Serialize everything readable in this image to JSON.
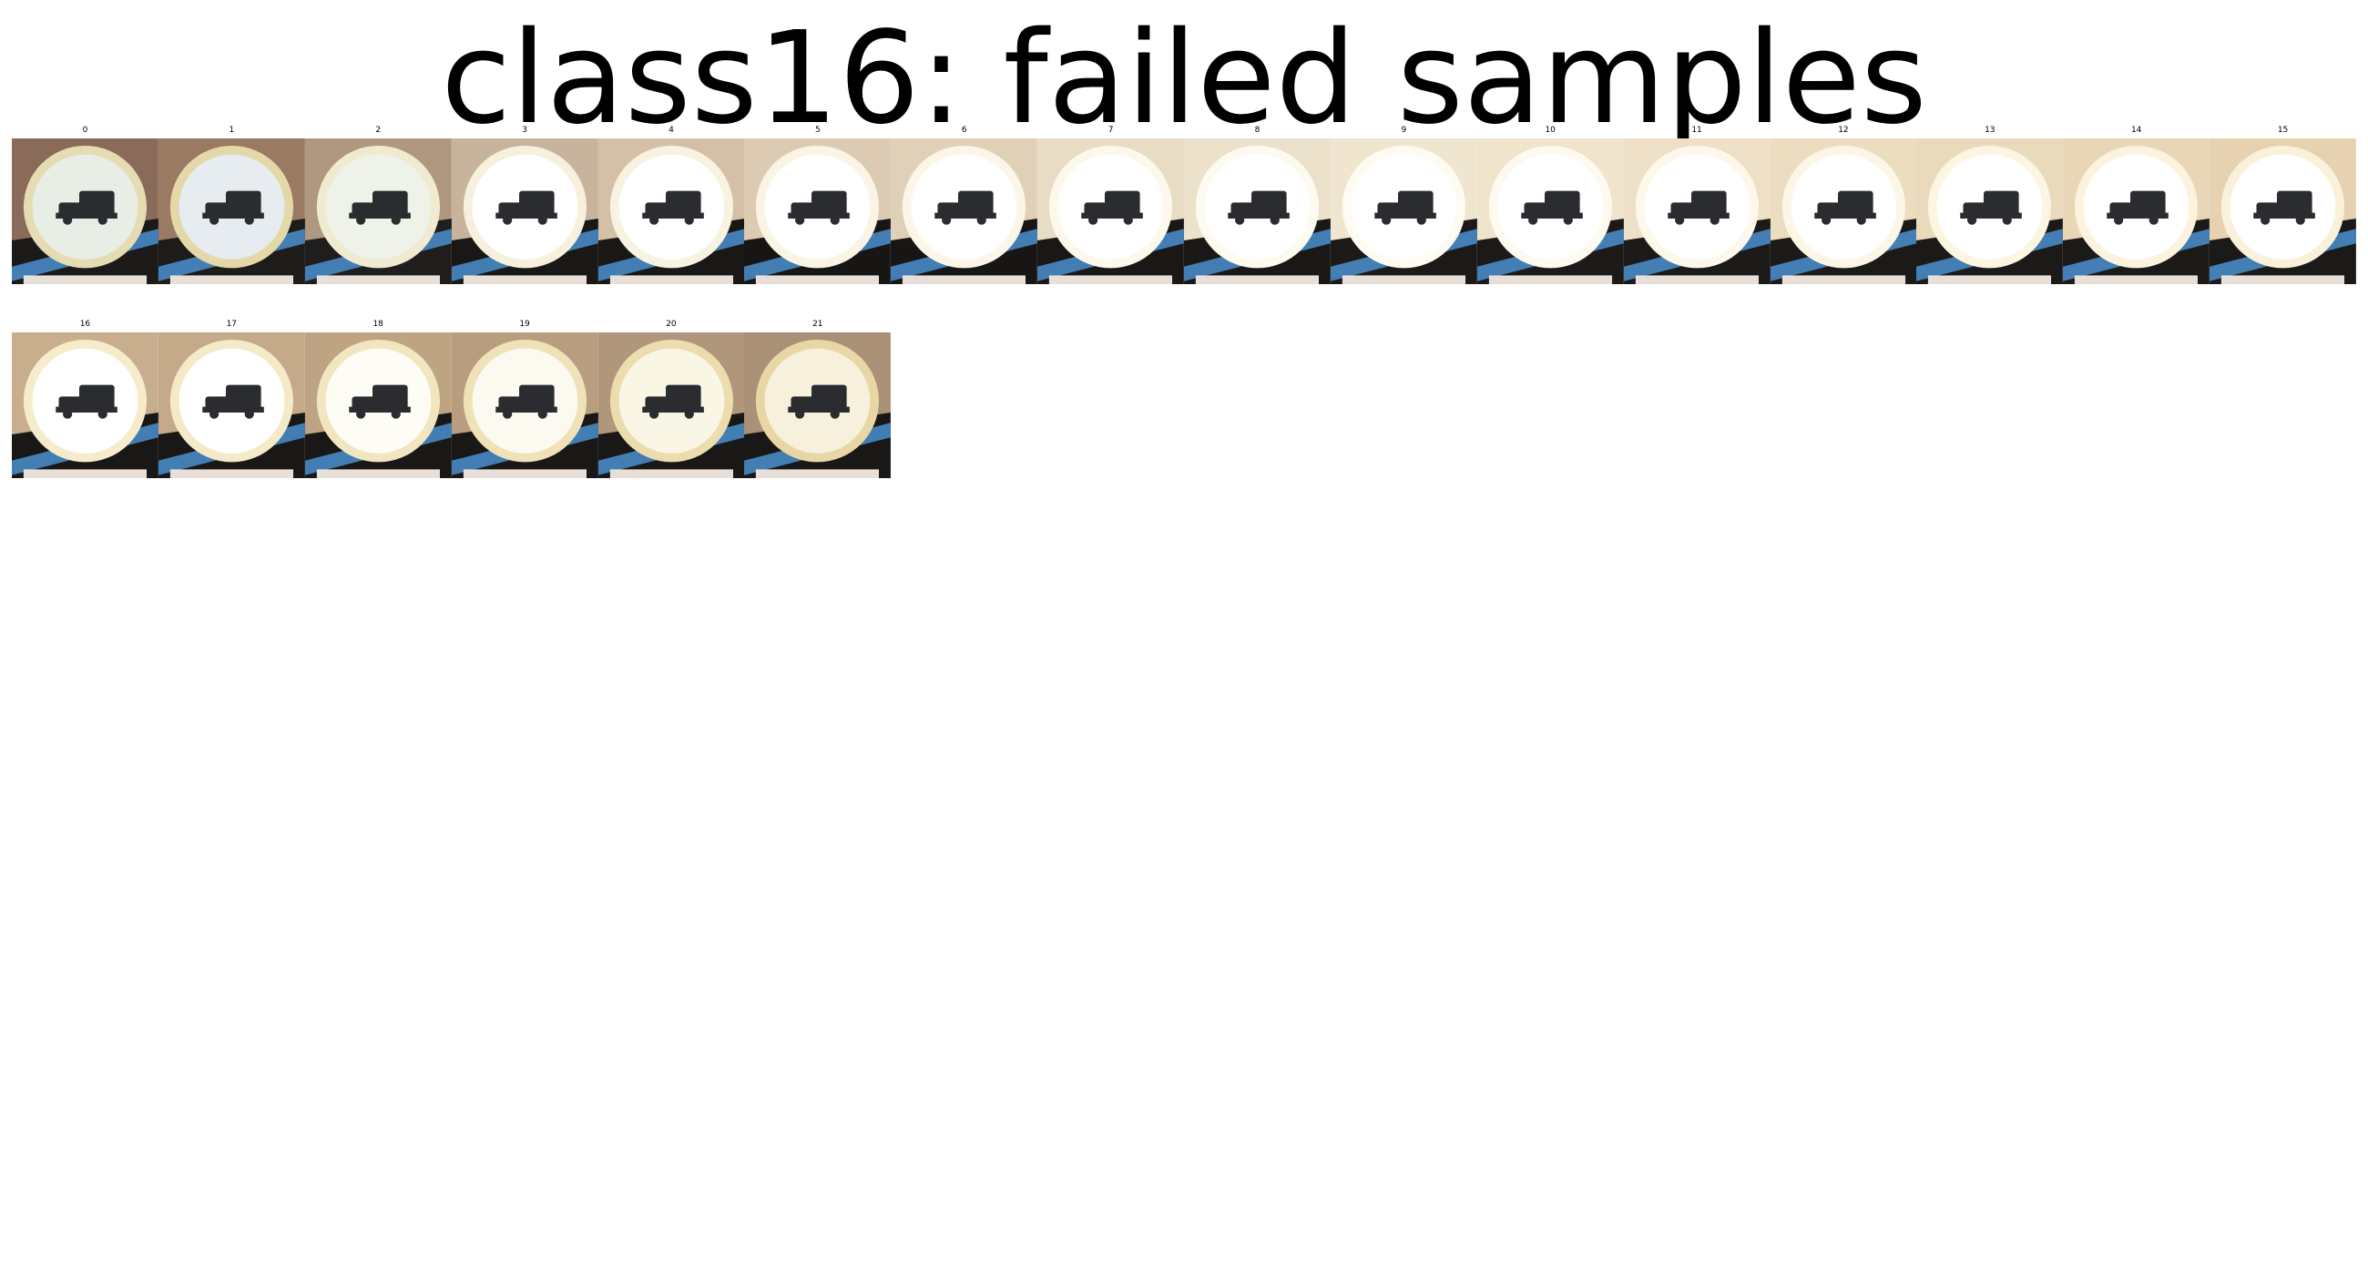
{
  "title": "class16: failed samples",
  "samples": [
    {
      "label": "0",
      "bg": "#8a6a58",
      "ring": "#e6dcb4",
      "face": "#e8eee6",
      "band": "#4a90d0",
      "dark": "#1c1a18"
    },
    {
      "label": "1",
      "bg": "#9a7a62",
      "ring": "#e4d8a8",
      "face": "#e6ecf0",
      "band": "#4a90d0",
      "dark": "#1e1c1a"
    },
    {
      "label": "2",
      "bg": "#b09880",
      "ring": "#f0ead0",
      "face": "#eef2e8",
      "band": "#4a90d0",
      "dark": "#201e1c"
    },
    {
      "label": "3",
      "bg": "#c8b49c",
      "ring": "#f6f0dc",
      "face": "#ffffff",
      "band": "#4a90d0",
      "dark": "#1a1816"
    },
    {
      "label": "4",
      "bg": "#d4c0a6",
      "ring": "#f8f2e0",
      "face": "#ffffff",
      "band": "#4a90d0",
      "dark": "#1a1816"
    },
    {
      "label": "5",
      "bg": "#dccbb2",
      "ring": "#faf4e4",
      "face": "#ffffff",
      "band": "#4a90d0",
      "dark": "#181614"
    },
    {
      "label": "6",
      "bg": "#e0d0b8",
      "ring": "#fbf6e8",
      "face": "#ffffff",
      "band": "#4a90d0",
      "dark": "#181614"
    },
    {
      "label": "7",
      "bg": "#e8dcc4",
      "ring": "#fcf8ec",
      "face": "#ffffff",
      "band": "#4a90d0",
      "dark": "#1a1816"
    },
    {
      "label": "8",
      "bg": "#ece2cc",
      "ring": "#fdfaf0",
      "face": "#ffffff",
      "band": "#4a90d0",
      "dark": "#1a1816"
    },
    {
      "label": "9",
      "bg": "#f0e6d0",
      "ring": "#fefbf2",
      "face": "#ffffff",
      "band": "#4a90d0",
      "dark": "#1c1a18"
    },
    {
      "label": "10",
      "bg": "#f0e4cc",
      "ring": "#fefaf0",
      "face": "#ffffff",
      "band": "#4a90d0",
      "dark": "#1c1a18"
    },
    {
      "label": "11",
      "bg": "#eee0c6",
      "ring": "#fdf8ea",
      "face": "#ffffff",
      "band": "#4a90d0",
      "dark": "#1c1a18"
    },
    {
      "label": "12",
      "bg": "#ecdcc0",
      "ring": "#fcf6e6",
      "face": "#ffffff",
      "band": "#4a90d0",
      "dark": "#1c1a18"
    },
    {
      "label": "13",
      "bg": "#eadabc",
      "ring": "#fcf5e2",
      "face": "#ffffff",
      "band": "#4a90d0",
      "dark": "#1c1a18"
    },
    {
      "label": "14",
      "bg": "#e8d6b6",
      "ring": "#fbf3de",
      "face": "#ffffff",
      "band": "#4a90d0",
      "dark": "#1c1a18"
    },
    {
      "label": "15",
      "bg": "#e6d2b0",
      "ring": "#faf1da",
      "face": "#ffffff",
      "band": "#4a90d0",
      "dark": "#1c1a18"
    },
    {
      "label": "16",
      "bg": "#c8ae8c",
      "ring": "#f6eccc",
      "face": "#ffffff",
      "band": "#4a90d0",
      "dark": "#1a1816"
    },
    {
      "label": "17",
      "bg": "#c4aa88",
      "ring": "#f4eac8",
      "face": "#ffffff",
      "band": "#4a90d0",
      "dark": "#1a1816"
    },
    {
      "label": "18",
      "bg": "#bea482",
      "ring": "#f2e6c0",
      "face": "#fdfdf6",
      "band": "#4a90d0",
      "dark": "#1a1816"
    },
    {
      "label": "19",
      "bg": "#b89e7e",
      "ring": "#efe2b8",
      "face": "#fcfaf0",
      "band": "#4a90d0",
      "dark": "#1a1816"
    },
    {
      "label": "20",
      "bg": "#b0967a",
      "ring": "#ecdcae",
      "face": "#faf6e6",
      "band": "#4a90d0",
      "dark": "#1a1816"
    },
    {
      "label": "21",
      "bg": "#aa9076",
      "ring": "#e8d6a4",
      "face": "#f6f0dc",
      "band": "#4a90d0",
      "dark": "#1a1816"
    }
  ]
}
